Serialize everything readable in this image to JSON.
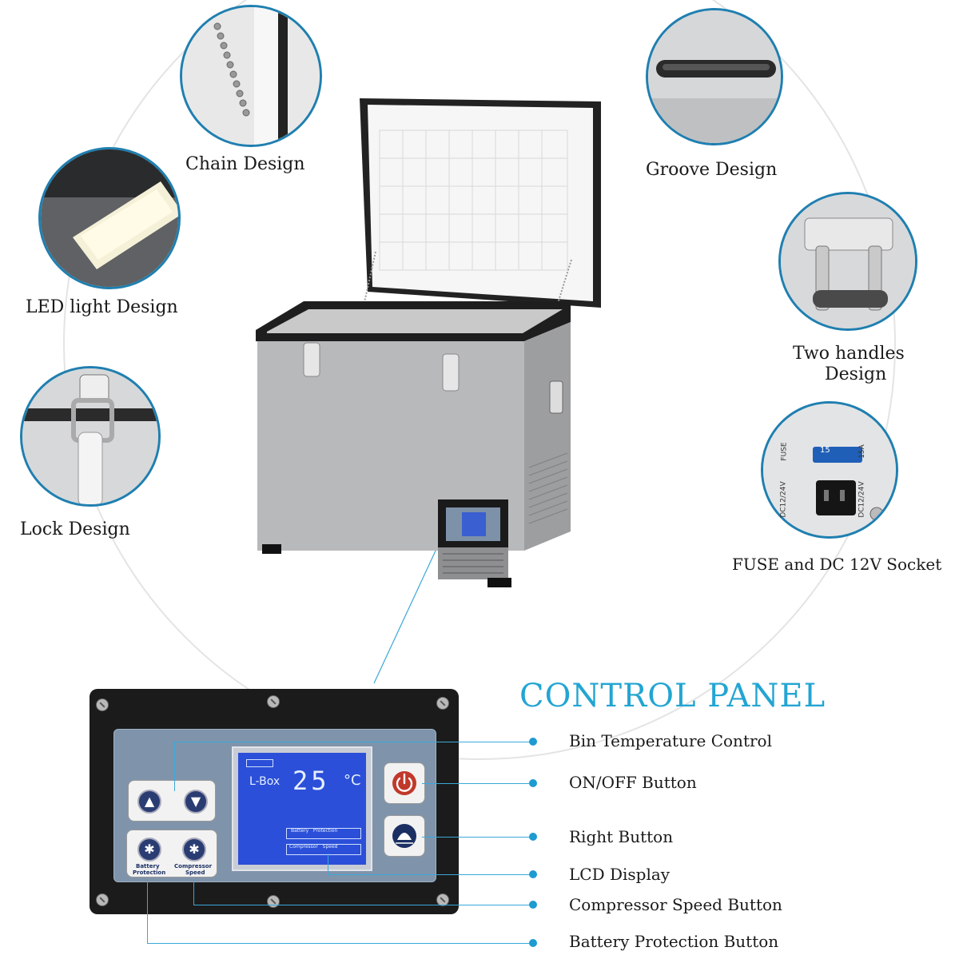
{
  "features": {
    "chain": "Chain Design",
    "groove": "Groove Design",
    "led": "LED light Design",
    "handles_line1": "Two handles",
    "handles_line2": "Design",
    "lock": "Lock Design",
    "fuse": "FUSE and DC 12V Socket"
  },
  "socket_labels": {
    "fuse": "FUSE",
    "fuse_value": "15",
    "amp": "15A",
    "dc_left": "DC12/24V",
    "dc_right": "DC12/24V"
  },
  "control_panel": {
    "title": "CONTROL PANEL",
    "callouts": [
      "Bin Temperature Control",
      "ON/OFF Button",
      "Right Button",
      "LCD Display",
      "Compressor Speed Button",
      "Battery Protection Button"
    ],
    "lcd": {
      "mode": "L-Box",
      "temperature": "25",
      "unit": "°C",
      "battery_label": "Battery   Protection",
      "compressor_label": "Compressor   Speed"
    },
    "buttons": {
      "battery_line1": "Battery",
      "battery_line2": "Protection",
      "compressor_line1": "Compressor",
      "compressor_line2": "Speed"
    }
  },
  "colors": {
    "accent": "#23a5d2",
    "circle_border": "#1f7fb0",
    "lcd_blue": "#2b4fd8"
  }
}
